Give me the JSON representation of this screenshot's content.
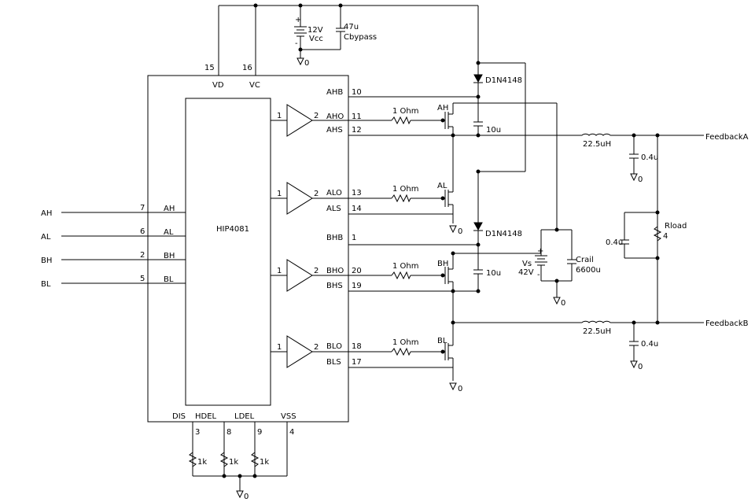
{
  "ic": {
    "name": "HIP4081",
    "top_labels": [
      "VD",
      "VC"
    ],
    "top_pins": [
      "15",
      "16"
    ],
    "bottom_labels": [
      "DIS",
      "HDEL",
      "LDEL",
      "VSS"
    ],
    "bottom_pins": [
      "3",
      "8",
      "9",
      "4"
    ],
    "inputs": [
      {
        "net": "AH",
        "pin": "7",
        "label": "AH"
      },
      {
        "net": "AL",
        "pin": "6",
        "label": "AL"
      },
      {
        "net": "BH",
        "pin": "2",
        "label": "BH"
      },
      {
        "net": "BL",
        "pin": "5",
        "label": "BL"
      }
    ],
    "outputs": [
      {
        "label": "AHB",
        "pin": "10"
      },
      {
        "label": "AHO",
        "pin": "11"
      },
      {
        "label": "AHS",
        "pin": "12"
      },
      {
        "label": "ALO",
        "pin": "13"
      },
      {
        "label": "ALS",
        "pin": "14"
      },
      {
        "label": "BHB",
        "pin": "1"
      },
      {
        "label": "BHO",
        "pin": "20"
      },
      {
        "label": "BHS",
        "pin": "19"
      },
      {
        "label": "BLO",
        "pin": "18"
      },
      {
        "label": "BLS",
        "pin": "17"
      }
    ]
  },
  "buffers": [
    {
      "in": "1",
      "out": "2"
    },
    {
      "in": "1",
      "out": "2"
    },
    {
      "in": "1",
      "out": "2"
    },
    {
      "in": "1",
      "out": "2"
    }
  ],
  "gate_resistors": [
    "1 Ohm",
    "1 Ohm",
    "1 Ohm",
    "1 Ohm"
  ],
  "mosfets": [
    "AH",
    "AL",
    "BH",
    "BL"
  ],
  "supply": {
    "value": "12V",
    "name": "Vcc",
    "plus": "+",
    "minus": "-"
  },
  "bypass": {
    "value": "47u",
    "name": "Cbypass"
  },
  "diodes": [
    "D1N4148",
    "D1N4148"
  ],
  "bootstrap_caps": [
    "10u",
    "10u"
  ],
  "inductors": [
    "22.5uH",
    "22.5uH"
  ],
  "filter_caps": [
    "0.4u",
    "0.4u",
    "0.4u"
  ],
  "load": {
    "name": "Rload",
    "value": "4"
  },
  "rail_source": {
    "name": "Vs",
    "value": "42V",
    "plus": "+",
    "minus": "-"
  },
  "rail_cap": {
    "name": "Crail",
    "value": "6600u"
  },
  "delay_resistors": [
    "1k",
    "1k",
    "1k"
  ],
  "outputs": [
    "FeedbackA",
    "FeedbackB"
  ],
  "ground_label": "0"
}
